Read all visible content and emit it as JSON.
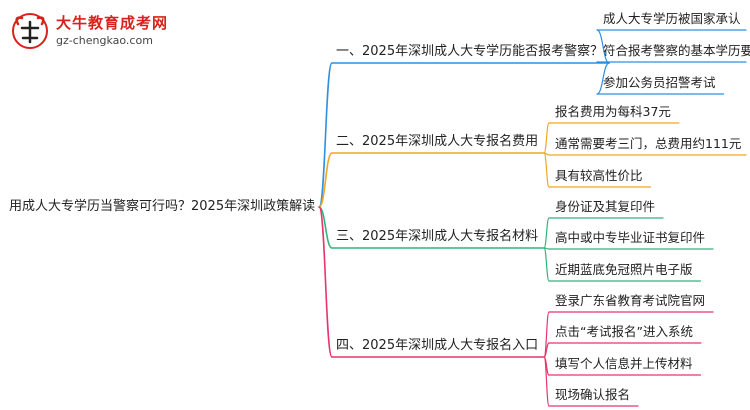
{
  "logo": {
    "title": "大牛教育成考网",
    "url": "gz-chengkao.com",
    "mark_color": "#d8231c"
  },
  "root": {
    "label": "用成人大专学历当警察可行吗？2025年深圳政策解读"
  },
  "branches": [
    {
      "label": "一、2025年深圳成人大专学历能否报考警察？",
      "color": "#2f8fe0",
      "leaves": [
        "成人大专学历被国家承认",
        "符合报考警察的基本学历要求",
        "参加公务员招警考试"
      ]
    },
    {
      "label": "二、2025年深圳成人大专报名费用",
      "color": "#f0a722",
      "leaves": [
        "报名费用为每科37元",
        "通常需要考三门，总费用约111元",
        "具有较高性价比"
      ]
    },
    {
      "label": "三、2025年深圳成人大专报名材料",
      "color": "#2fb57a",
      "leaves": [
        "身份证及其复印件",
        "高中或中专毕业证书复印件",
        "近期蓝底免冠照片电子版"
      ]
    },
    {
      "label": "四、2025年深圳成人大专报名入口",
      "color": "#e8356d",
      "leaves": [
        "登录广东省教育考试院官网",
        "点击“考试报名”进入系统",
        "填写个人信息并上传材料",
        "现场确认报名"
      ]
    }
  ]
}
